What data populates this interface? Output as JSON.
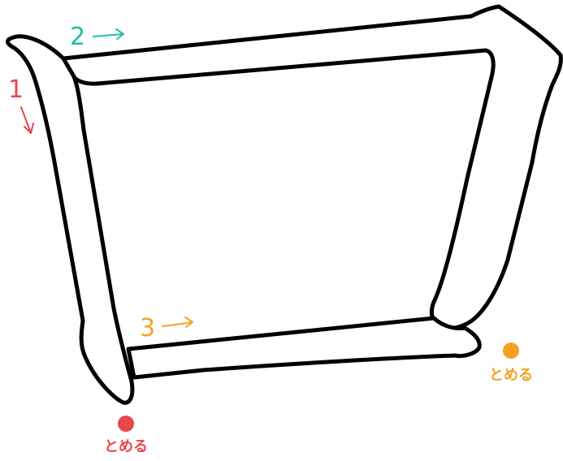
{
  "colors": {
    "outline": "#000000",
    "fill": "#ffffff",
    "stroke1": "#e8474c",
    "stroke2": "#1fbfa6",
    "stroke3": "#f5a024"
  },
  "strokes": [
    {
      "number": "1",
      "direction": "down"
    },
    {
      "number": "2",
      "direction": "right"
    },
    {
      "number": "3",
      "direction": "right"
    }
  ],
  "stops": [
    {
      "label": "とめる",
      "stroke": "1"
    },
    {
      "label": "とめる",
      "stroke": "3"
    }
  ]
}
